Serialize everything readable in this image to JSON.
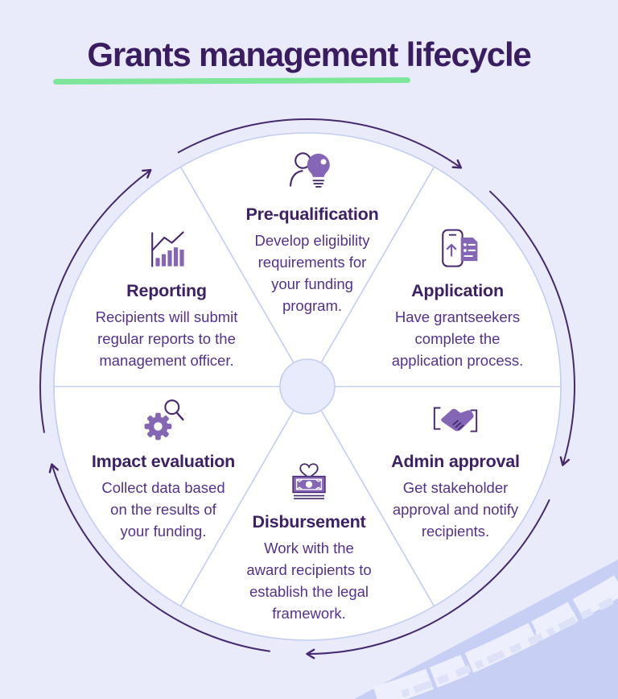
{
  "title": "Grants management lifecycle",
  "colors": {
    "background": "#e9ebfa",
    "wheel_fill": "#ffffff",
    "wheel_lines": "#c3cdf1",
    "hub_fill": "#e8ebfb",
    "cycle_arrows": "#46296e",
    "icon_purple": "#8465b6",
    "icon_outline": "#46296e",
    "heading_text": "#3d2066",
    "body_text": "#54318c",
    "title_text": "#3a1c60",
    "title_underline_green": "#7de69b",
    "corner_triangle": "#c8cff4"
  },
  "stages": [
    {
      "name": "Pre-qualification",
      "description": "Develop eligibility requirements for your funding program.",
      "icon": "person-lightbulb-icon"
    },
    {
      "name": "Application",
      "description": "Have grantseekers complete the application process.",
      "icon": "phone-upload-document-icon"
    },
    {
      "name": "Admin approval",
      "description": "Get stakeholder approval and notify recipients.",
      "icon": "handshake-icon"
    },
    {
      "name": "Disbursement",
      "description": "Work with the award recipients to establish the legal framework.",
      "icon": "banknote-heart-icon"
    },
    {
      "name": "Impact evaluation",
      "description": "Collect data based on the results of your funding.",
      "icon": "gear-magnifier-icon"
    },
    {
      "name": "Reporting",
      "description": "Recipients will submit regular reports to the management officer.",
      "icon": "bar-chart-trend-icon"
    }
  ]
}
